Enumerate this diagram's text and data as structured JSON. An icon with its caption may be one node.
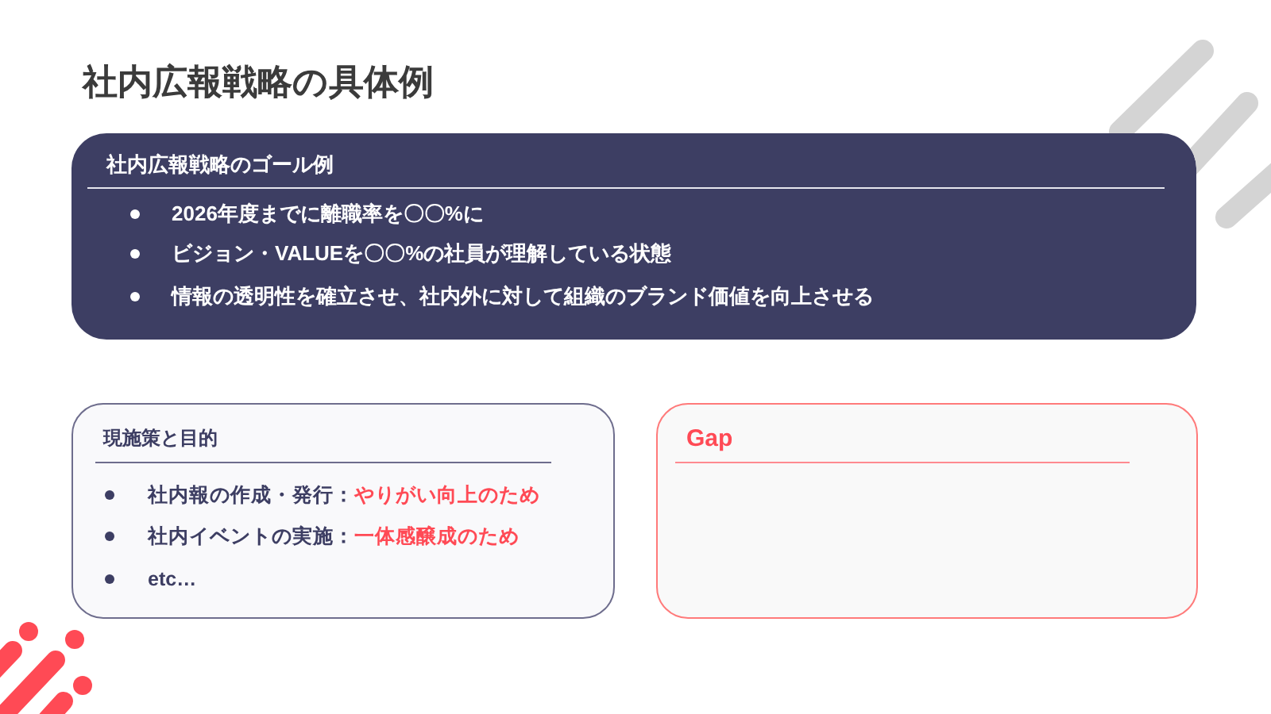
{
  "diagram": {
    "title": "社内広報戦略の具体例",
    "nodes": [
      {
        "text": [
          "社内広報戦略のゴール例",
          "2026年度までに離職率を〇〇%に",
          "ビジョン・VALUEを〇〇%の社員が理解している状態",
          "情報の透明性を確立させ、社内外に対して組織のブランド価値を向上させる"
        ]
      },
      {
        "text": [
          "現施策と目的",
          "社内報の作成・発行：**やりがい向上のため**",
          "社内イベントの実施：**一体感醸成のため**",
          "etc…"
        ]
      },
      {
        "text": [
          "Gap"
        ]
      }
    ]
  }
}
